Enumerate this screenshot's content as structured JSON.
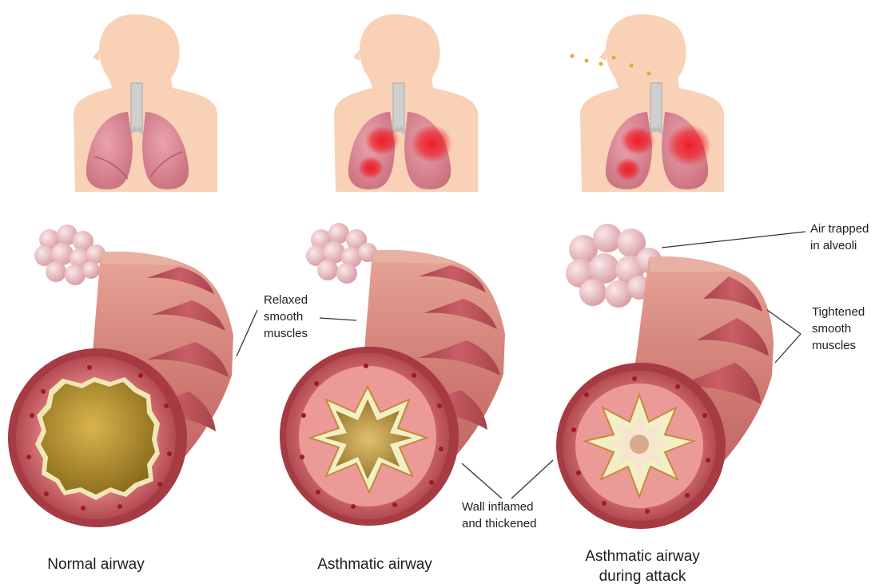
{
  "panels": [
    {
      "caption_lines": [
        "Normal airway"
      ]
    },
    {
      "caption_lines": [
        "Asthmatic airway"
      ]
    },
    {
      "caption_lines": [
        "Asthmatic airway",
        "during attack"
      ]
    }
  ],
  "callouts": {
    "relaxed_muscles": [
      "Relaxed",
      "smooth",
      "muscles"
    ],
    "air_trapped": [
      "Air trapped",
      "in alveoli"
    ],
    "tightened_muscles": [
      "Tightened",
      "smooth",
      "muscles"
    ],
    "wall_inflamed": [
      "Wall inflamed",
      "and thickened"
    ]
  },
  "colors": {
    "skin": "#f8d1b6",
    "lung": "#d9808c",
    "lung_inflamed": "#e7202f",
    "trachea": "#cfcfcf",
    "airway_wall": "#c0555d",
    "airway_outer_dark": "#a63b43",
    "airway_band_light": "#e29a8e",
    "mucosa_normal": "#c09a3c",
    "mucosa_inflamed": "#f2efc4",
    "alveoli": "#f2cfd2",
    "dots": "#e8a832",
    "leader_line": "#333333"
  }
}
